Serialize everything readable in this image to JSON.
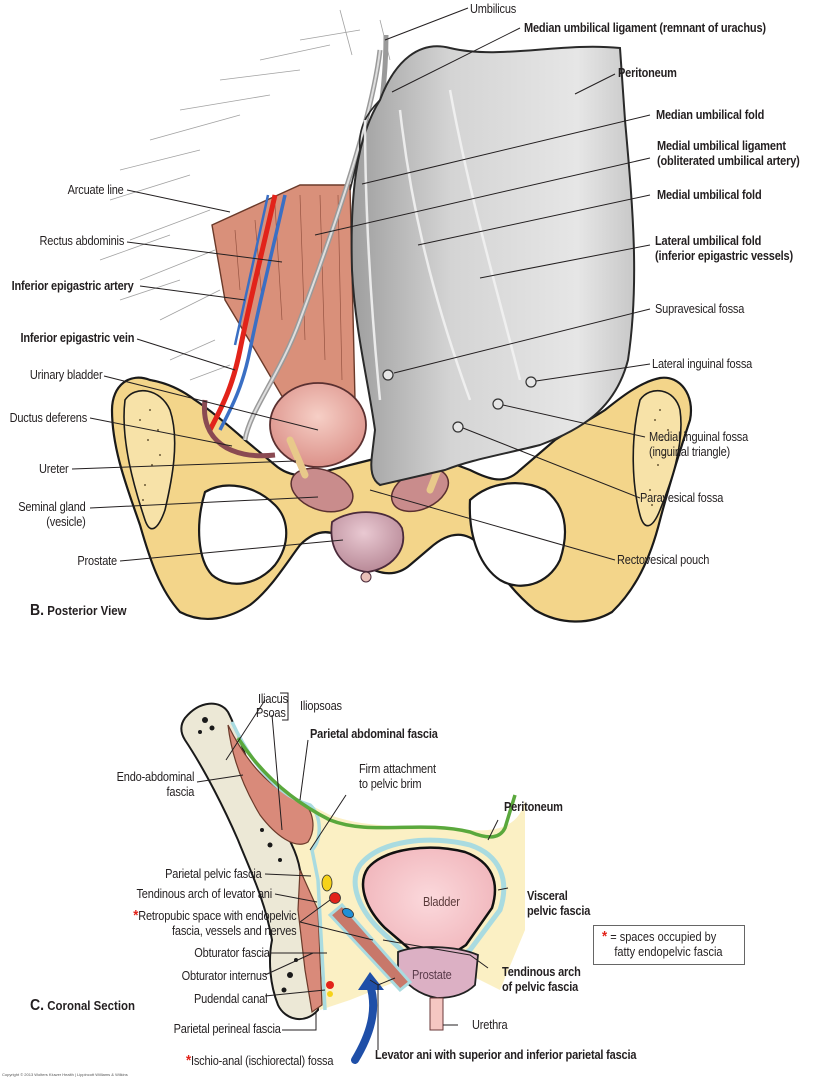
{
  "colors": {
    "bone": "#f3d58a",
    "bone_dark": "#e7bd5a",
    "bone_section": "#ece8d6",
    "muscle": "#d9907a",
    "peritoneum_sheet": "#c9c9c9",
    "artery": "#e2231a",
    "vein": "#3a6fc4",
    "bladder": "#e9a8a0",
    "prostate": "#c99aa8",
    "peritoneum_line": "#5aa83c",
    "fascia": "#a9dbe0",
    "fat": "#fbf0c4",
    "arrow": "#1f4fa8",
    "star": "#e2231a"
  },
  "panel_b": {
    "letter": "B.",
    "title": "Posterior View",
    "labels": {
      "umbilicus": "Umbilicus",
      "median_umbilical_ligament": "Median umbilical ligament (remnant of urachus)",
      "peritoneum": "Peritoneum",
      "median_umbilical_fold": "Median umbilical fold",
      "medial_umbilical_ligament_1": "Medial umbilical ligament",
      "medial_umbilical_ligament_2": "(obliterated umbilical artery)",
      "medial_umbilical_fold": "Medial umbilical fold",
      "lateral_umbilical_fold_1": "Lateral umbilical fold",
      "lateral_umbilical_fold_2": "(inferior epigastric vessels)",
      "supravesical_fossa": "Supravesical fossa",
      "lateral_inguinal_fossa": "Lateral inguinal fossa",
      "medial_inguinal_fossa_1": "Medial inguinal fossa",
      "medial_inguinal_fossa_2": "(inguinal triangle)",
      "paravesical_fossa": "Paravesical fossa",
      "rectovesical_pouch": "Rectovesical pouch",
      "arcuate_line": "Arcuate line",
      "rectus_abdominis": "Rectus abdominis",
      "inferior_epigastric_artery": "Inferior epigastric artery",
      "inferior_epigastric_vein": "Inferior epigastric vein",
      "urinary_bladder": "Urinary bladder",
      "ductus_deferens": "Ductus deferens",
      "ureter": "Ureter",
      "seminal_gland_1": "Seminal gland",
      "seminal_gland_2": "(vesicle)",
      "prostate": "Prostate"
    }
  },
  "panel_c": {
    "letter": "C.",
    "title": "Coronal Section",
    "labels": {
      "iliacus": "Iliacus",
      "psoas": "Psoas",
      "iliopsoas": "Iliopsoas",
      "parietal_abdominal_fascia": "Parietal abdominal fascia",
      "endo_abdominal_fascia_1": "Endo-abdominal",
      "endo_abdominal_fascia_2": "fascia",
      "firm_attachment_1": "Firm attachment",
      "firm_attachment_2": "to pelvic brim",
      "peritoneum": "Peritoneum",
      "parietal_pelvic_fascia": "Parietal pelvic fascia",
      "tendinous_arch_levator_ani": "Tendinous arch of levator ani",
      "retropubic_space_1": "Retropubic space with endopelvic",
      "retropubic_space_2": "fascia, vessels and nerves",
      "bladder": "Bladder",
      "visceral_pelvic_fascia_1": "Visceral",
      "visceral_pelvic_fascia_2": "pelvic fascia",
      "obturator_fascia": "Obturator fascia",
      "obturator_internus": "Obturator internus",
      "pudendal_canal": "Pudendal canal",
      "prostate": "Prostate",
      "tendinous_arch_pelvic_fascia_1": "Tendinous arch",
      "tendinous_arch_pelvic_fascia_2": "of pelvic fascia",
      "parietal_perineal_fascia": "Parietal perineal fascia",
      "urethra": "Urethra",
      "ischio_anal_fossa": "Ischio-anal (ischiorectal) fossa",
      "levator_ani": "Levator ani with superior and inferior parietal fascia"
    },
    "star_symbol": "*",
    "legend": {
      "symbol": "*",
      "line1": "= spaces occupied by",
      "line2": "fatty endopelvic fascia"
    }
  },
  "copyright": "Copyright © 2013 Wolters Kluwer Health | Lippincott Williams & Wilkins"
}
